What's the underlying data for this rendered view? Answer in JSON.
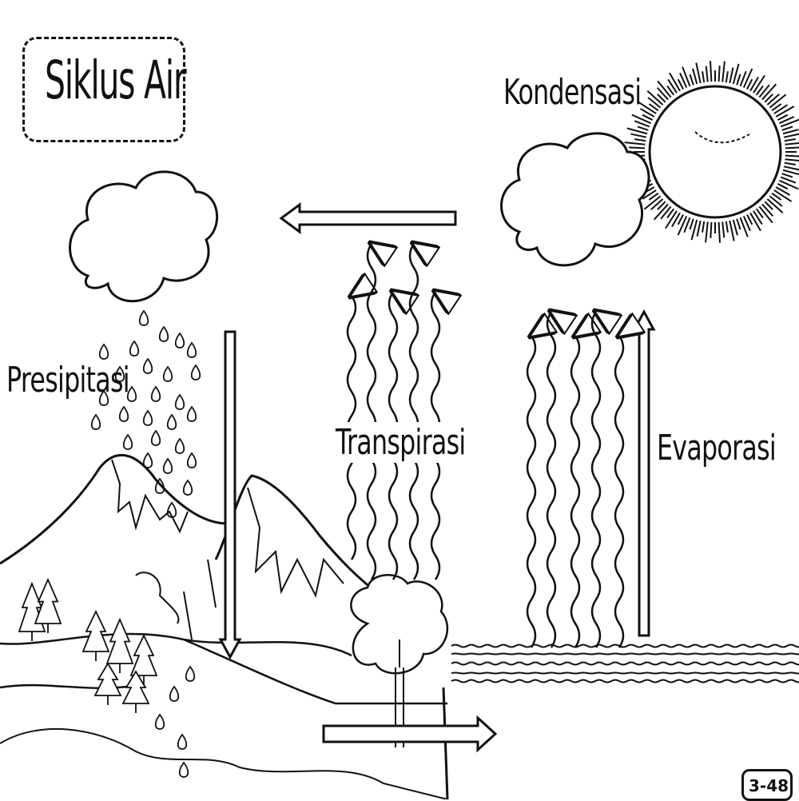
{
  "title": "Siklus Air",
  "labels": {
    "kondensasi": "Kondensasi",
    "presipitasi": "Presipitasi",
    "transpirasi": "Transpirasi",
    "evaporasi": "Evaporasi"
  },
  "page_badge": "3-48",
  "colors": {
    "ink": "#111111",
    "paper": "#ffffff"
  }
}
